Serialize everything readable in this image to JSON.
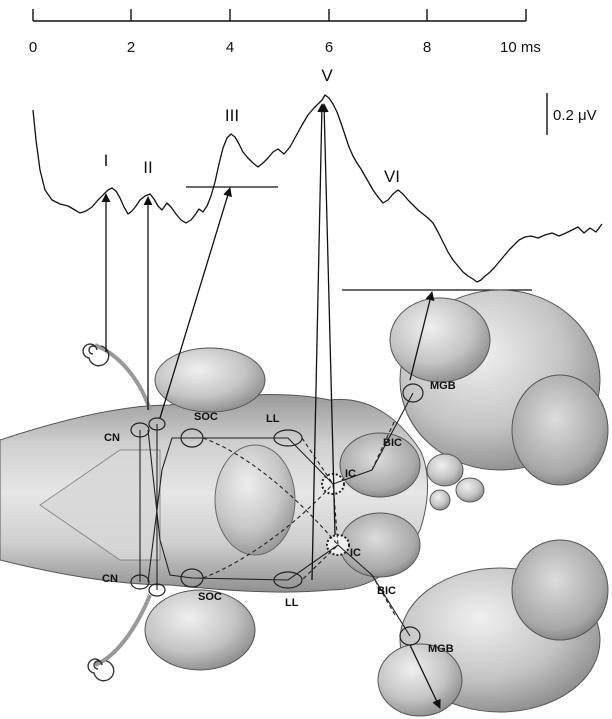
{
  "time_axis": {
    "ticks": [
      "0",
      "2",
      "4",
      "6",
      "8",
      "10 ms"
    ]
  },
  "scale_bar": {
    "label": "0.2 μV"
  },
  "waves": {
    "I": "I",
    "II": "II",
    "III": "III",
    "V": "V",
    "VI": "VI"
  },
  "structures": {
    "cn_top": "CN",
    "cn_bottom": "CN",
    "soc_top": "SOC",
    "soc_bottom": "SOC",
    "ll_top": "LL",
    "ll_bottom": "LL",
    "ic_top": "IC",
    "ic_bottom": "IC",
    "bic_top": "BIC",
    "bic_bottom": "BIC",
    "mgb_top": "MGB",
    "mgb_bottom": "MGB"
  }
}
